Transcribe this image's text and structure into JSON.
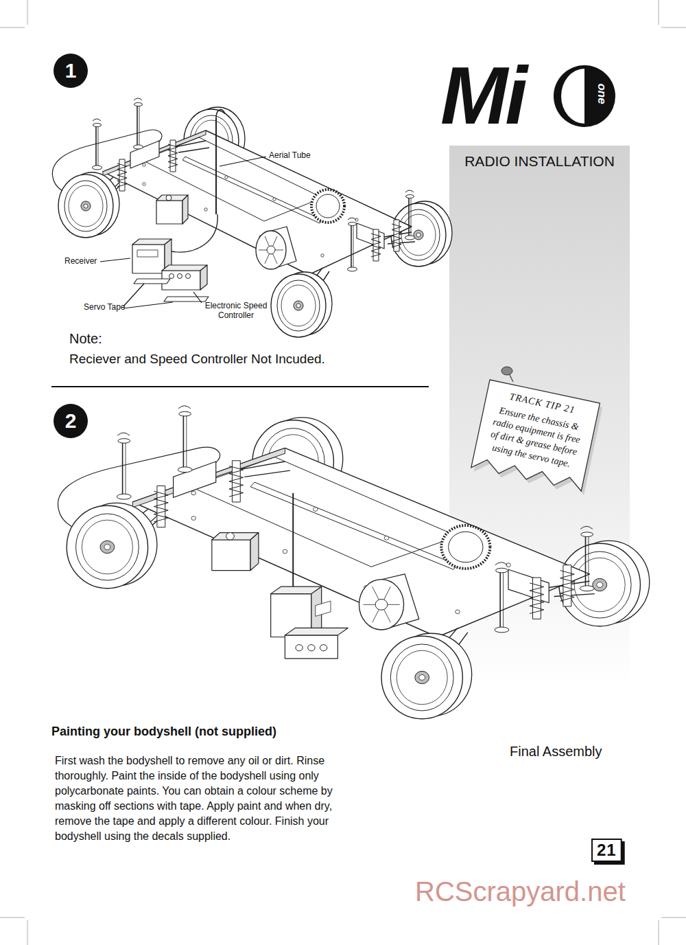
{
  "diagram": {
    "title": "RADIO INSTALLATION",
    "nodes": [
      {
        "text": [
          "1"
        ]
      },
      {
        "text": [
          "2"
        ]
      },
      {
        "text": [
          "TRACK TIP 21",
          "Ensure the chassis & radio equipment is free of dirt & grease before using the servo tape."
        ]
      },
      {
        "text": [
          "21"
        ]
      }
    ],
    "edges": [],
    "labels": [
      "Mi",
      "one",
      "Aerial Tube",
      "Receiver",
      "Servo Tape",
      "Electronic Speed Controller",
      "Note:",
      "Reciever and Speed Controller Not Incuded.",
      "Final Assembly",
      "Painting your bodyshell (not supplied)",
      "First wash the bodyshell to remove any oil or dirt. Rinse thoroughly. Paint the inside of the bodyshell using only polycarbonate paints. You can obtain a colour scheme by masking off sections with tape. Apply paint and when dry, remove the tape and apply a different colour. Finish your bodyshell using the decals supplied.",
      "RCScrapyard.net"
    ]
  }
}
